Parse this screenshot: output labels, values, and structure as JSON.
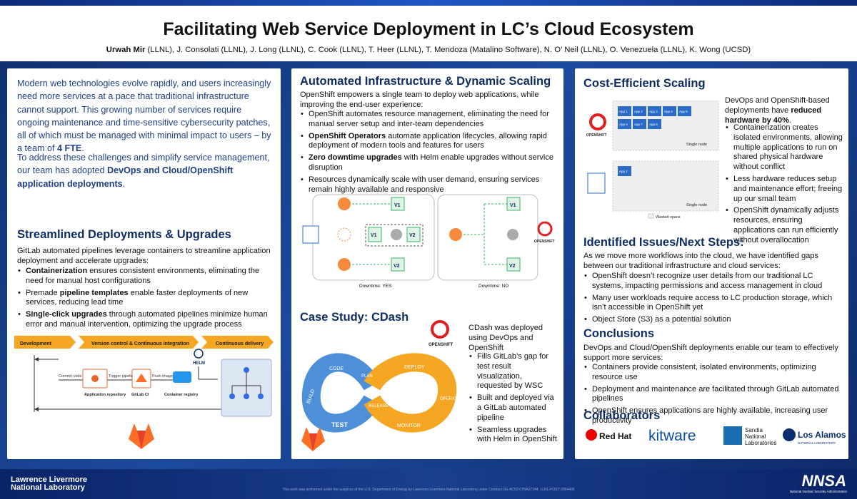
{
  "header": {
    "title": "Facilitating Web Service Deployment in LC’s Cloud Ecosystem",
    "authors_lead": "Urwah Mir",
    "authors_rest": " (LLNL), J. Consolati (LLNL), J. Long (LLNL), C. Cook (LLNL), T. Heer (LLNL), T. Mendoza (Matalino Software), N. O’ Neil (LLNL), O. Venezuela (LLNL), K. Wong (UCSD)"
  },
  "intro": {
    "p1_a": "Modern web technologies evolve rapidly, and users increasingly need more services at a pace that traditional infrastructure cannot support. This growing number of services require ongoing maintenance and time-sensitive cybersecurity patches, all of which must be managed with minimal impact to users – by a team of ",
    "p1_b": "4 FTE",
    "p1_c": ".",
    "p2_a": "To address these challenges and simplify service management, our team has adopted ",
    "p2_b": "DevOps and Cloud/OpenShift application deployments",
    "p2_c": "."
  },
  "streamlined": {
    "title": "Streamlined Deployments & Upgrades",
    "lead": "GitLab automated pipelines leverage containers to streamline application deployment and accelerate upgrades:",
    "b1_bold": "Containerization",
    "b1_rest": " ensures consistent environments, eliminating the need for manual host configurations",
    "b2_a": "Premade ",
    "b2_bold": "pipeline templates",
    "b2_rest": " enable faster deployments of new services, reducing lead time",
    "b3_bold": "Single-click upgrades",
    "b3_rest": " through automated pipelines minimize human error and manual intervention, optimizing the upgrade process",
    "diagram": {
      "stage1": "Development",
      "stage2": "Version control & Continuous integration",
      "stage3": "Continuous delivery",
      "commit": "Commit code",
      "trigger": "Trigger pipeline",
      "push": "Push image",
      "repo": "Application repository",
      "ci": "GitLab CI",
      "registry": "Container registry",
      "helm": "HELM"
    }
  },
  "automated": {
    "title": "Automated Infrastructure & Dynamic Scaling",
    "lead": "OpenShift empowers a single team to deploy web applications, while improving the end-user experience:",
    "b1": "OpenShift automates resource management, eliminating the need for manual server setup and inter-team dependencies",
    "b2_bold": "OpenShift Operators",
    "b2_rest": " automate application lifecycles, allowing rapid deployment of modern tools and features for users",
    "b3_bold": "Zero downtime upgrades",
    "b3_rest": " with Helm enable upgrades without service disruption",
    "b4": "Resources dynamically scale with user demand, ensuring services remain highly available and responsive",
    "diagram": {
      "v1": "V1",
      "v2": "V2",
      "downtime_yes": "Downtime: YES",
      "downtime_no": "Downtime: NO",
      "openshift": "OPENSHIFT"
    }
  },
  "cdash": {
    "title": "Case Study: CDash",
    "lead": "CDash was deployed using DevOps and OpenShift",
    "b1": "Fills GitLab’s gap for test result visualization, requested by WSC",
    "b2": "Built and deployed via a GitLab automated pipeline",
    "b3": "Seamless upgrades with Helm in OpenShift",
    "loop": {
      "code": "CODE",
      "build": "BUILD",
      "test": "TEST",
      "plan": "PLAN",
      "release": "RELEASE",
      "deploy": "DEPLOY",
      "operate": "OPERATE",
      "monitor": "MONITOR"
    },
    "openshift": "OPENSHIFT"
  },
  "cost": {
    "title": "Cost-Efficient Scaling",
    "lead_a": "DevOps and OpenShift-based deployments have ",
    "lead_b": "reduced hardware by 40%",
    "lead_c": ".",
    "b1": "Containerization creates isolated environments, allowing multiple applications to run on shared physical hardware without conflict",
    "b2": "Less hardware reduces setup and maintenance effort; freeing up our small team",
    "b3": "OpenShift dynamically adjusts resources, ensuring applications can run efficiently without overallocation",
    "apps": [
      "App 1",
      "App 2",
      "App 3",
      "App 4",
      "App 5",
      "App 6",
      "App 7",
      "App 8"
    ],
    "app_single": "App 1",
    "single_node": "Single node",
    "wasted": "Wasted space",
    "openshift": "OPENSHIFT"
  },
  "issues": {
    "title": "Identified Issues/Next Steps:",
    "lead": "As we move more workflows into the cloud, we have identified gaps between our traditional infrastructure and cloud services:",
    "b1": "OpenShift doesn’t recognize user details from our traditional LC systems, impacting permissions and access management in cloud",
    "b2": "Many user workloads require access to LC production storage, which isn’t accessible in OpenShift yet",
    "b3": "Object Store (S3) as a potential solution"
  },
  "conclusions": {
    "title": "Conclusions",
    "lead": "DevOps and Cloud/OpenShift deployments enable our team to effectively support more services:",
    "b1": "Containers provide consistent, isolated environments, optimizing resource use",
    "b2": "Deployment and maintenance are facilitated through GitLab automated pipelines",
    "b3": "OpenShift ensures applications are highly available, increasing user productivity"
  },
  "collaborators": {
    "title": "Collaborators",
    "redhat": "Red Hat",
    "kitware": "kitware",
    "sandia_1": "Sandia",
    "sandia_2": "National",
    "sandia_3": "Laboratories",
    "losalamos": "Los Alamos",
    "losalamos_sub": "NATIONAL LABORATORY"
  },
  "footer": {
    "lab_line1": "Lawrence Livermore",
    "lab_line2": "National Laboratory",
    "note": "This work was performed under the auspices of the U.S. Department of Energy by Lawrence Livermore National Laboratory under Contract DE-AC52-07NA27344. LLNL-POST-2004496",
    "nnsa": "NNSA",
    "nnsa_sub": "National Nuclear Security Administration"
  },
  "colors": {
    "navy": "#0f2d63",
    "intro_blue": "#1f3f86",
    "orange": "#f5a623",
    "blue_loop": "#4d8fd8",
    "openshift_red": "#e02020",
    "green": "#38b56b"
  }
}
